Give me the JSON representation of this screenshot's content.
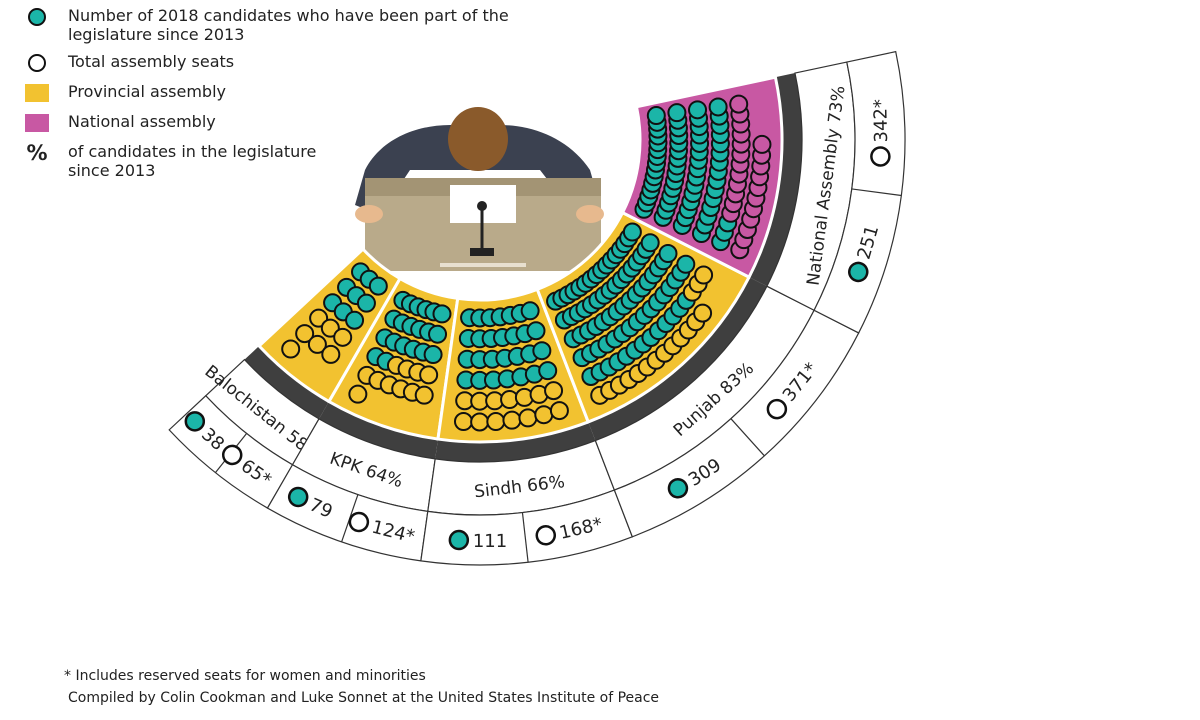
{
  "legend": {
    "candidates_label": "Number of 2018 candidates who have been part of the legislature since 2013",
    "total_label": "Total assembly seats",
    "provincial_label": "Provincial assembly",
    "national_label": "National assembly",
    "pct_symbol": "%",
    "pct_label": "of candidates in the legislature since 2013"
  },
  "colors": {
    "candidate": "#1bb5a8",
    "provincial": "#f2c230",
    "national": "#c858a3",
    "shadow": "#3f3f3f",
    "outline": "#111111"
  },
  "regions": [
    {
      "name": "Balochistan",
      "label": "Balochistan 58%",
      "pct": 58,
      "candidates": 38,
      "candidates_text": "38",
      "seats": 65,
      "seats_text": "65*",
      "type": "provincial"
    },
    {
      "name": "KPK",
      "label": "KPK 64%",
      "pct": 64,
      "candidates": 79,
      "candidates_text": "79",
      "seats": 124,
      "seats_text": "124*",
      "type": "provincial"
    },
    {
      "name": "Sindh",
      "label": "Sindh 66%",
      "pct": 66,
      "candidates": 111,
      "candidates_text": "111",
      "seats": 168,
      "seats_text": "168*",
      "type": "provincial"
    },
    {
      "name": "Punjab",
      "label": "Punjab 83%",
      "pct": 83,
      "candidates": 309,
      "candidates_text": "309",
      "seats": 371,
      "seats_text": "371*",
      "type": "provincial"
    },
    {
      "name": "National Assembly",
      "label": "National Assembly 73%",
      "pct": 73,
      "candidates": 251,
      "candidates_text": "251",
      "seats": 342,
      "seats_text": "342*",
      "type": "national"
    }
  ],
  "footnote": "* Includes reserved seats for women and minorities",
  "credit": "Compiled by Colin Cookman and Luke Sonnet at the United States Institute of Peace"
}
